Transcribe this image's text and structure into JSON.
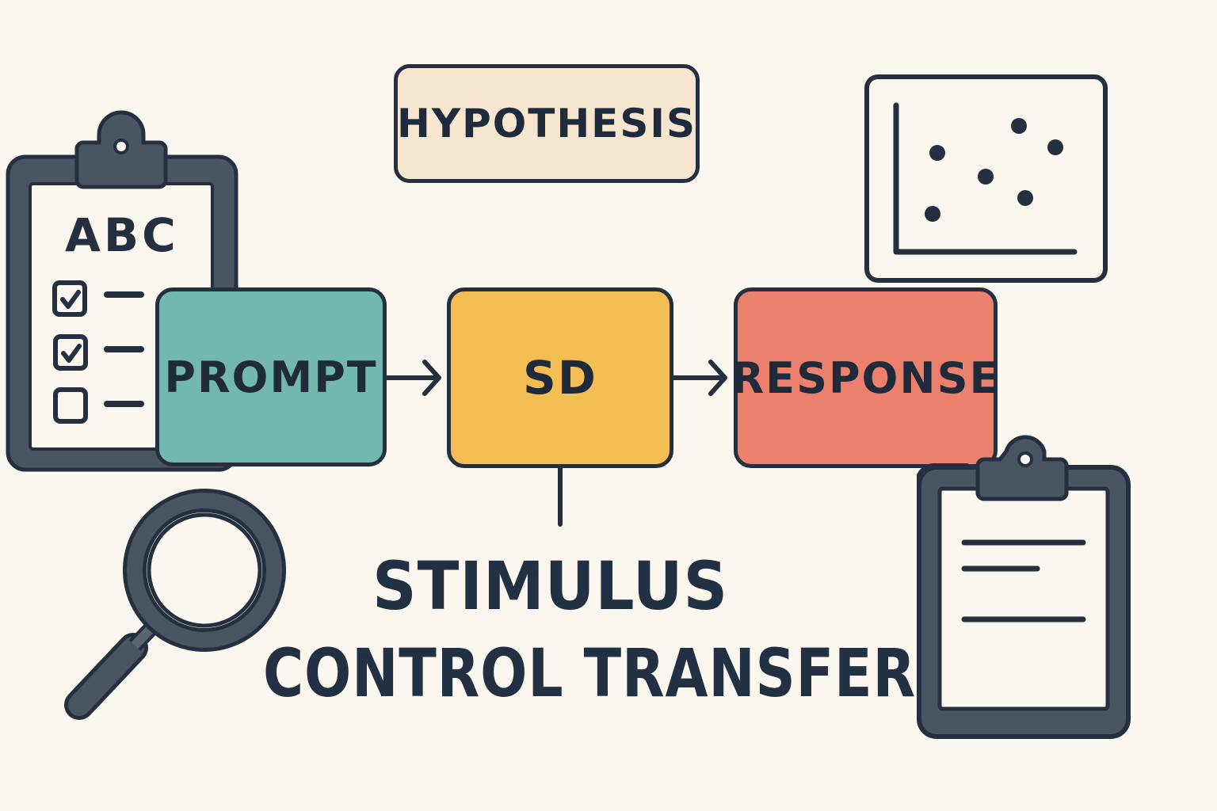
{
  "title": {
    "line1": "STIMULUS",
    "line2": "CONTROL TRANSFER"
  },
  "hypothesis": {
    "label": "HYPOTHESIS",
    "fill": "#f6e6d0"
  },
  "flow": {
    "nodes": [
      {
        "id": "prompt",
        "label": "PROMPT",
        "fill": "#72b8b0"
      },
      {
        "id": "sd",
        "label": "SD",
        "fill": "#f2bd52"
      },
      {
        "id": "response",
        "label": "RESPONSE",
        "fill": "#eb816d"
      }
    ],
    "arrows": [
      {
        "from": "prompt",
        "to": "sd"
      },
      {
        "from": "sd",
        "to": "response"
      }
    ],
    "connector": {
      "from": "sd",
      "to": "title"
    }
  },
  "abc_clipboard": {
    "heading": "ABC",
    "checklist": [
      {
        "checked": true
      },
      {
        "checked": true
      },
      {
        "checked": false
      }
    ]
  },
  "icons": {
    "abc_clipboard": "clipboard-checklist-icon",
    "scatter_plot": "scatter-plot-icon",
    "magnifier": "magnifying-glass-icon",
    "notes_clipboard": "clipboard-notes-icon"
  },
  "colors": {
    "background": "#fbf6ee",
    "outline": "#243040",
    "icon_fill": "#4a5563",
    "text": "#1f2b3a"
  }
}
